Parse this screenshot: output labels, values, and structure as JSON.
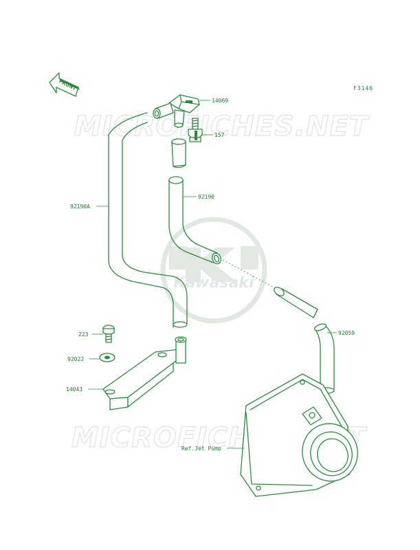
{
  "figure_code": "F3146",
  "front_label": "FRONT",
  "watermark": {
    "site_text": "MICROFICHES.NET",
    "logo_text": "Kawasaki",
    "color": "#d9e2d9"
  },
  "line_color": "#2a8a3a",
  "parts": {
    "p14069": "14069",
    "p157": "157",
    "p92190": "92190",
    "p92190A": "92190A",
    "p223": "223",
    "p92022": "92022",
    "p14043": "14043",
    "p92059": "92059",
    "ref_jet_pump": "Ref.Jet Pump"
  }
}
